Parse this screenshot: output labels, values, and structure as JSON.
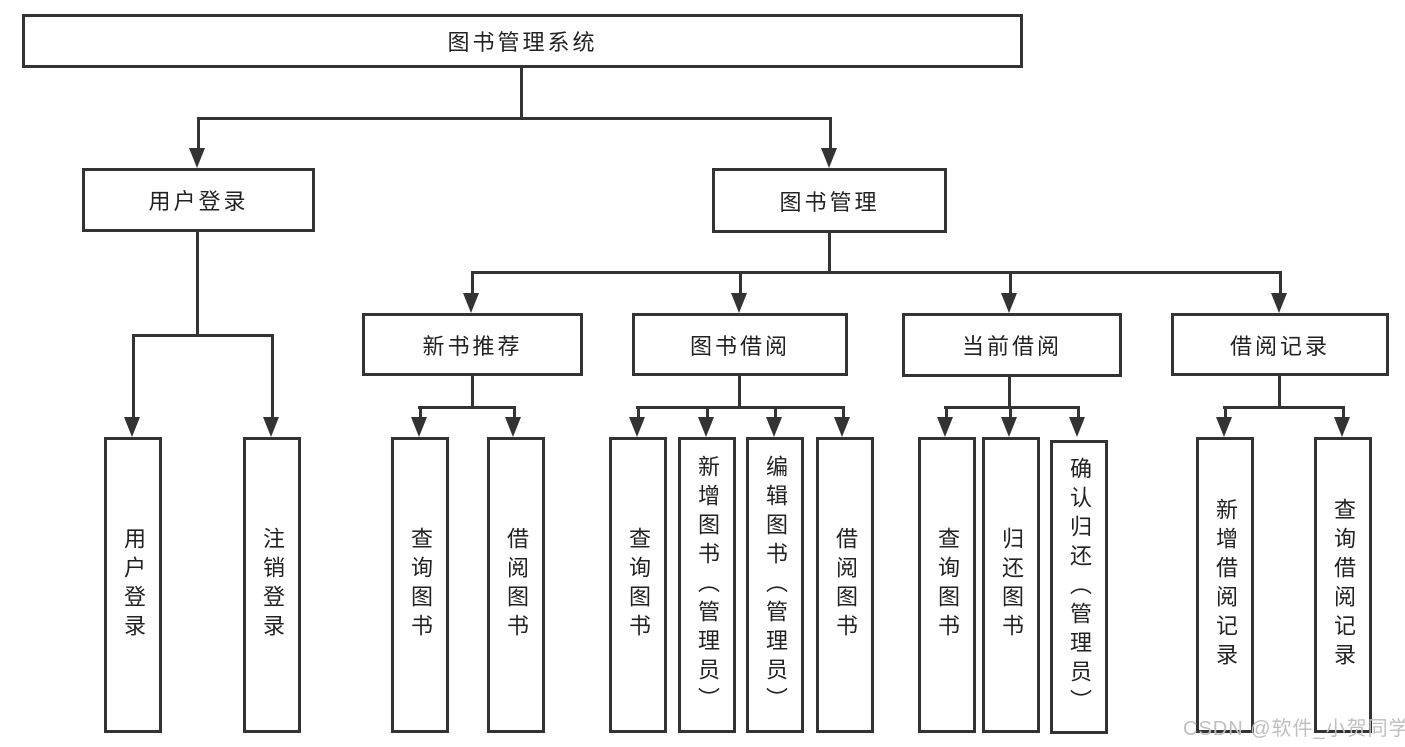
{
  "colors": {
    "background": "#ffffff",
    "line": "#333333",
    "text": "#222222",
    "watermark": "#bfbfbf"
  },
  "tree": {
    "root": {
      "label": "图书管理系统"
    },
    "children": [
      {
        "label": "用户登录",
        "children": [
          {
            "label": "用户登录"
          },
          {
            "label": "注销登录"
          }
        ]
      },
      {
        "label": "图书管理",
        "children": [
          {
            "label": "新书推荐",
            "children": [
              {
                "label": "查询图书"
              },
              {
                "label": "借阅图书"
              }
            ]
          },
          {
            "label": "图书借阅",
            "children": [
              {
                "label": "查询图书"
              },
              {
                "label": "新增图书（管理员）"
              },
              {
                "label": "编辑图书（管理员）"
              },
              {
                "label": "借阅图书"
              }
            ]
          },
          {
            "label": "当前借阅",
            "children": [
              {
                "label": "查询图书"
              },
              {
                "label": "归还图书"
              },
              {
                "label": "确认归还（管理员）"
              }
            ]
          },
          {
            "label": "借阅记录",
            "children": [
              {
                "label": "新增借阅记录"
              },
              {
                "label": "查询借阅记录"
              }
            ]
          }
        ]
      }
    ]
  },
  "watermark": {
    "text": "CSDN @软件_小贺同学"
  }
}
